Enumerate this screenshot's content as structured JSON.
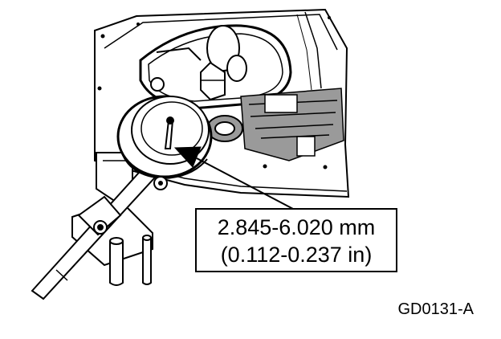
{
  "diagram": {
    "measurement_mm": "2.845-6.020 mm",
    "measurement_in": "(0.112-0.237 in)",
    "figure_code": "GD0131-A"
  },
  "colors": {
    "ink": "#000000",
    "paper": "#ffffff",
    "shade": "#9a9a9a"
  }
}
